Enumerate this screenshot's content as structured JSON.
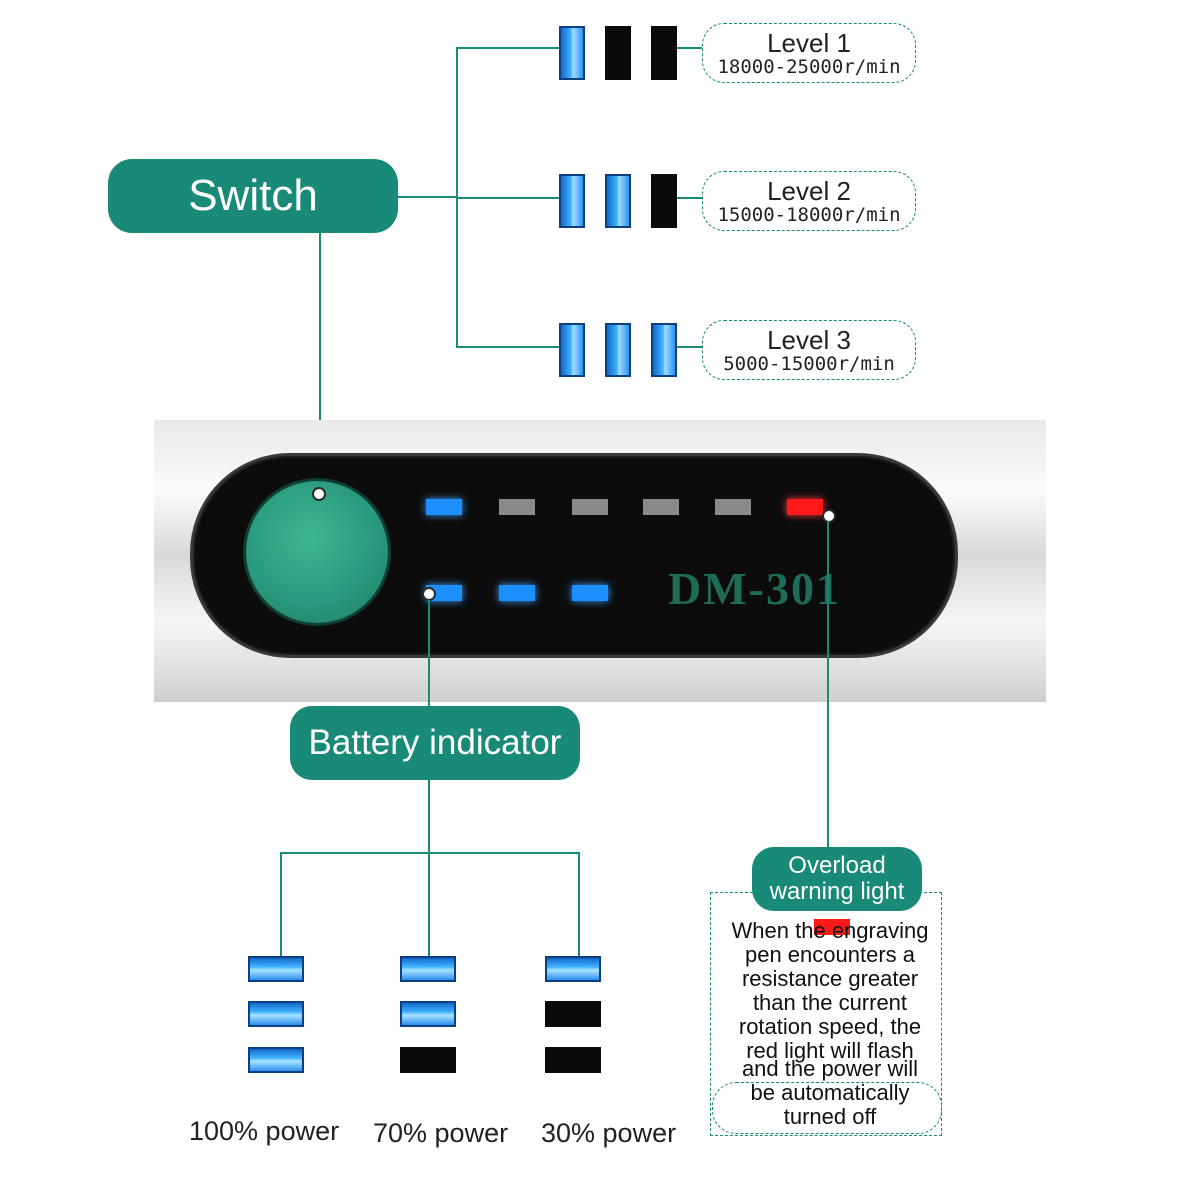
{
  "switch_label": "Switch",
  "levels": [
    {
      "title": "Level 1",
      "speed": "18000-25000r/min",
      "lit": 1
    },
    {
      "title": "Level 2",
      "speed": "15000-18000r/min",
      "lit": 2
    },
    {
      "title": "Level 3",
      "speed": "5000-15000r/min",
      "lit": 3
    }
  ],
  "device": {
    "model": "DM-301",
    "colors": {
      "body": "#0c0c0c",
      "button": "#2a9a7f",
      "led_on": "#1e8fff",
      "led_off": "#8a8a8a",
      "warning": "#ff1a1a",
      "model_text": "#1f6b57"
    }
  },
  "battery_label": "Battery indicator",
  "battery_levels": [
    {
      "label": "100% power",
      "lit": 3
    },
    {
      "label": "70% power",
      "lit": 2
    },
    {
      "label": "30% power",
      "lit": 1
    }
  ],
  "overload": {
    "title_line1": "Overload",
    "title_line2": "warning light",
    "description": [
      "When the engraving",
      "pen encounters a",
      "resistance greater",
      "than the current",
      "rotation speed, the",
      "red light will flash",
      "and the power will",
      "be automatically",
      "turned off"
    ]
  },
  "accent_color": "#1a8a78"
}
